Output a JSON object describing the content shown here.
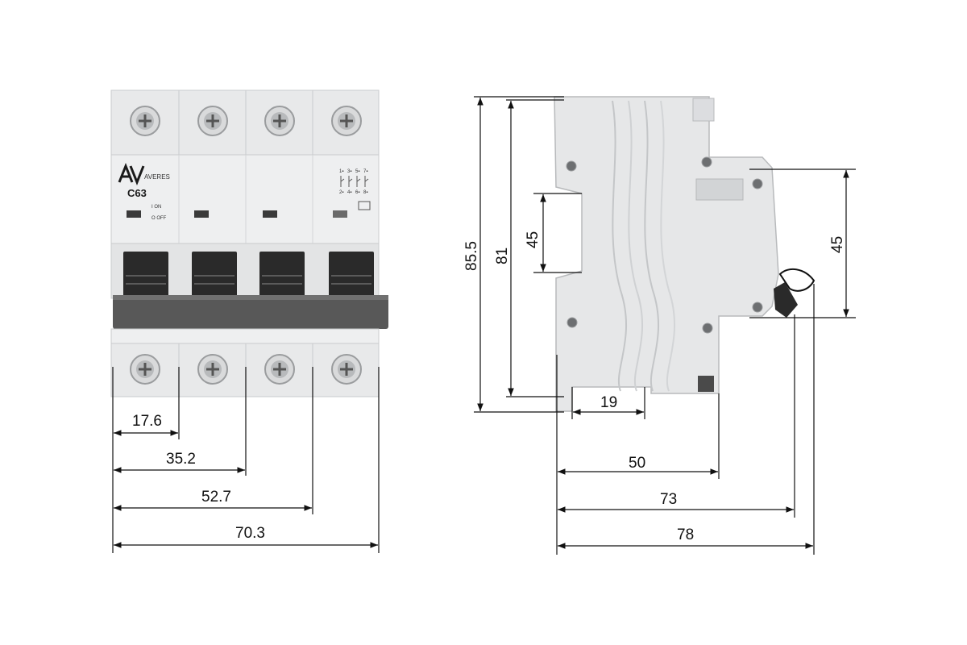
{
  "front_view": {
    "brand_text": "AVERES",
    "rating_label": "C63",
    "on_label": "I ON",
    "off_label": "O OFF",
    "terminal_numbers_top": [
      "1▪",
      "3▪",
      "5▪",
      "7▪"
    ],
    "terminal_numbers_bottom": [
      "2▪",
      "4▪",
      "6▪",
      "8▪"
    ],
    "dimensions": [
      "17.6",
      "35.2",
      "52.7",
      "70.3"
    ]
  },
  "side_view": {
    "dimensions": {
      "total_height": "85.5",
      "body_height": "81",
      "rail_slot_height": "45",
      "front_height": "45",
      "rail_width": "19",
      "depth_body": "50",
      "depth_handle": "73",
      "depth_total": "78"
    }
  },
  "colors": {
    "line": "#111111",
    "body": "#e6e7e8",
    "body_shadow": "#cfd1d3",
    "handle": "#2a2a2a",
    "bar": "#585858"
  }
}
